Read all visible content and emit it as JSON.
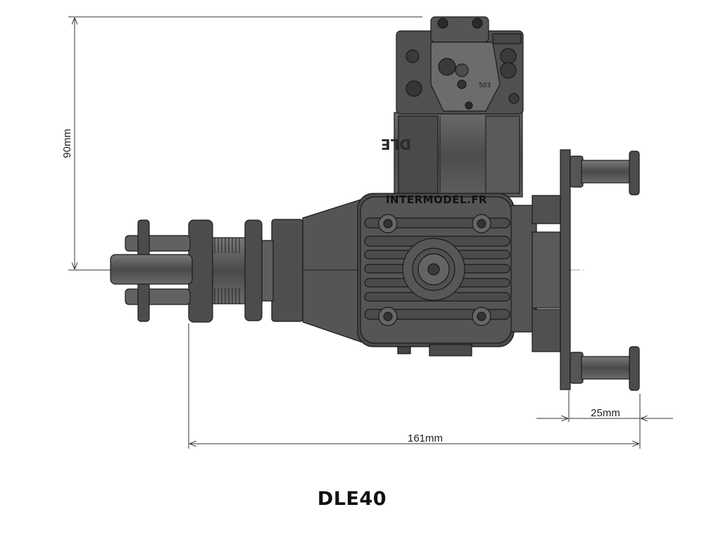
{
  "model": "DLE40",
  "watermark": "INTERMODEL.FR",
  "engraving": "DLE",
  "part_label": "503",
  "dimensions": {
    "height_label": "90mm",
    "length_label": "161mm",
    "mount_label": "25mm"
  },
  "colors": {
    "body": "#555555",
    "body_dark": "#3f3f3f",
    "body_light": "#6b6b6b",
    "outline": "#1a1a1a",
    "dim_line": "#333333"
  }
}
